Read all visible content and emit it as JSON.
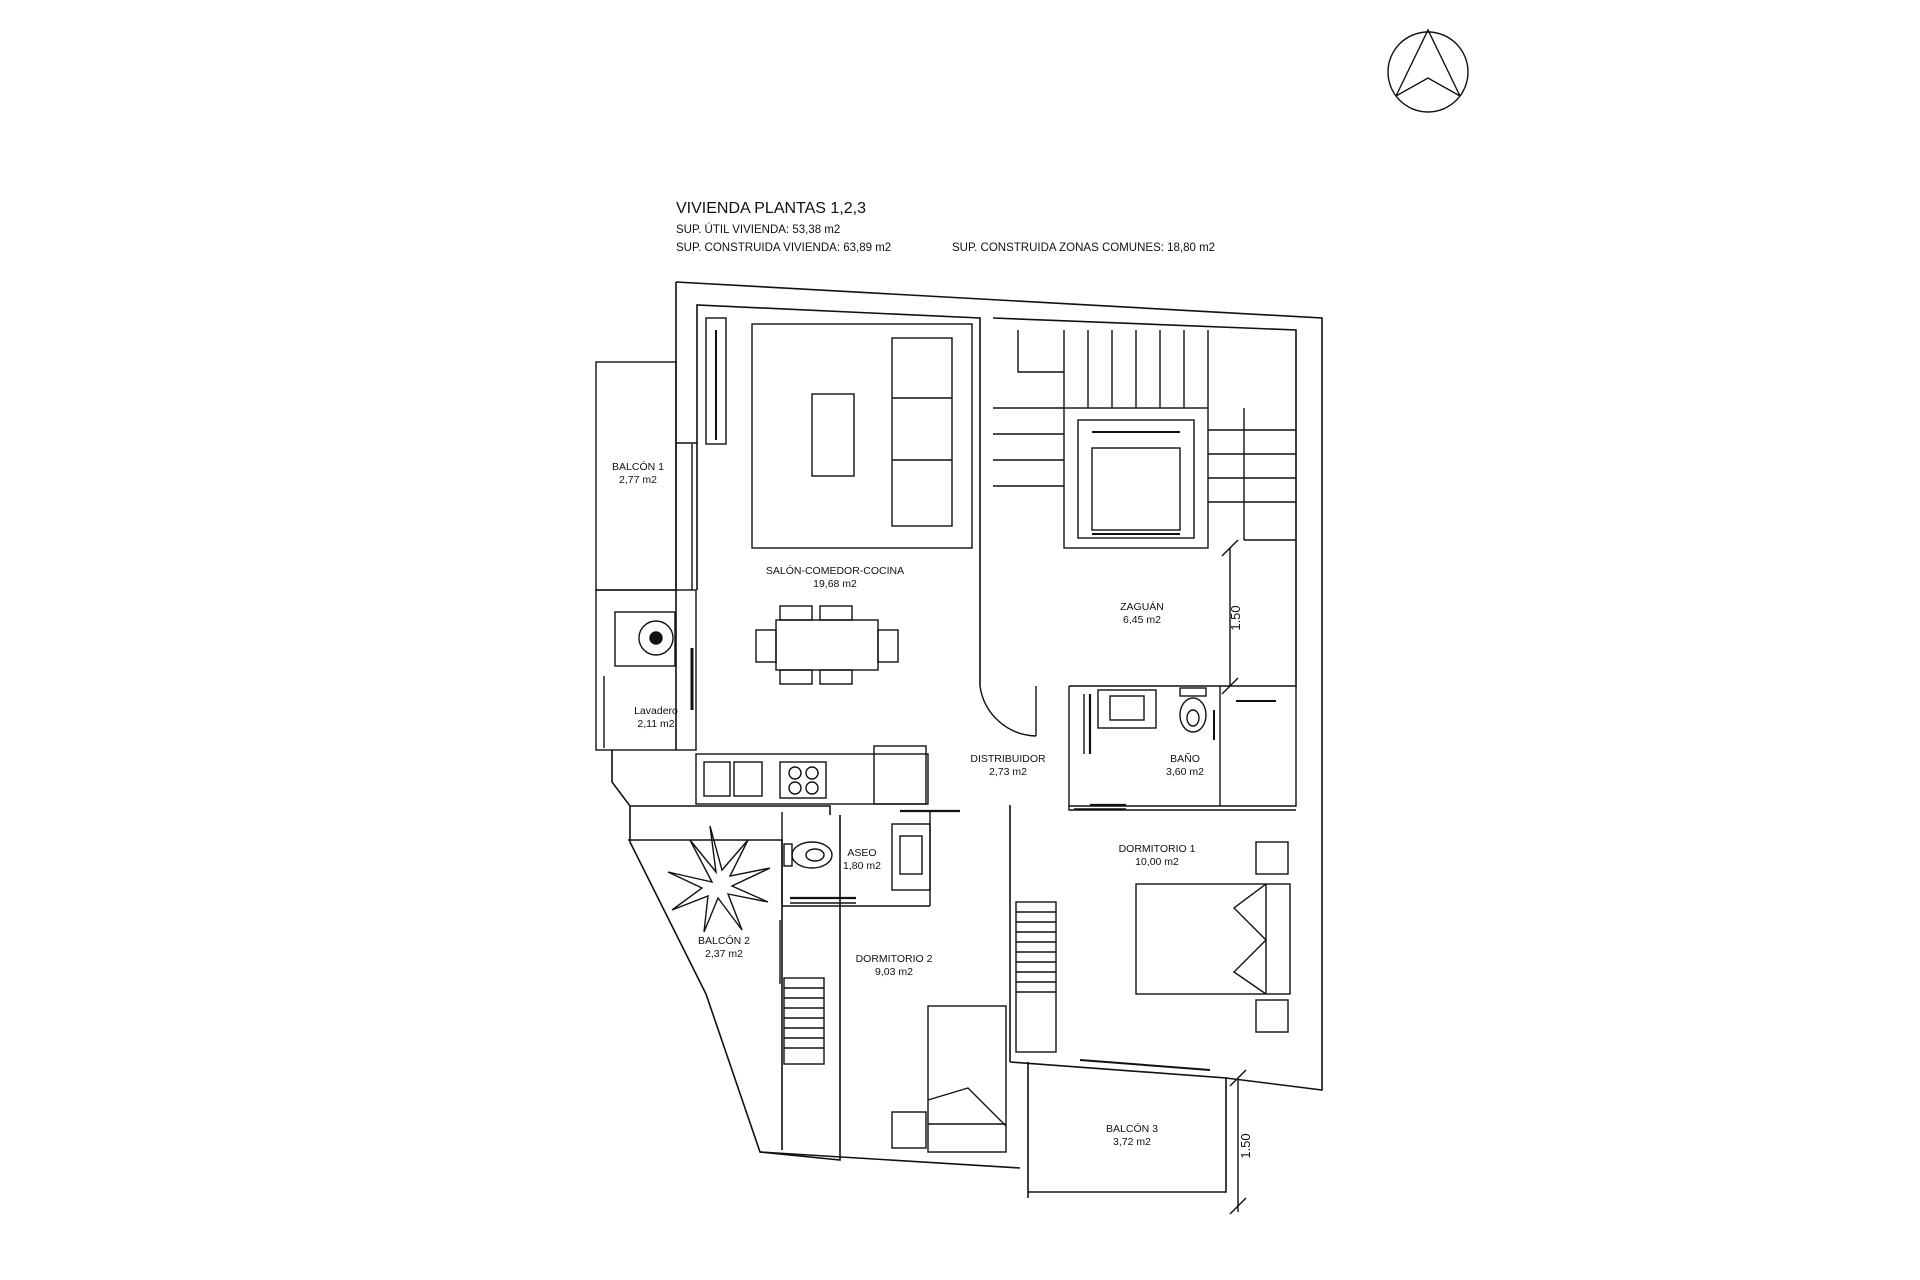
{
  "header": {
    "title": "VIVIENDA PLANTAS 1,2,3",
    "useful_area": "SUP. ÚTIL VIVIENDA: 53,38 m2",
    "built_area": "SUP. CONSTRUIDA VIVIENDA: 63,89 m2",
    "common_area": "SUP. CONSTRUIDA ZONAS COMUNES: 18,80 m2"
  },
  "north_arrow": {
    "icon": "north-arrow-icon"
  },
  "rooms": {
    "balcon1": {
      "name": "BALCÓN 1",
      "area": "2,77 m2"
    },
    "salon": {
      "name": "SALÓN-COMEDOR-COCINA",
      "area": "19,68 m2"
    },
    "zaguan": {
      "name": "ZAGUÁN",
      "area": "6,45 m2"
    },
    "lavadero": {
      "name": "Lavadero",
      "area": "2,11 m2"
    },
    "distribuidor": {
      "name": "DISTRIBUIDOR",
      "area": "2,73 m2"
    },
    "bano": {
      "name": "BAÑO",
      "area": "3,60 m2"
    },
    "aseo": {
      "name": "ASEO",
      "area": "1,80 m2"
    },
    "dormitorio1": {
      "name": "DORMITORIO 1",
      "area": "10,00 m2"
    },
    "balcon2": {
      "name": "BALCÓN 2",
      "area": "2,37 m2"
    },
    "dormitorio2": {
      "name": "DORMITORIO 2",
      "area": "9,03 m2"
    },
    "balcon3": {
      "name": "BALCÓN 3",
      "area": "3,72 m2"
    }
  },
  "dimensions": {
    "zaguan_width": "1.50",
    "balcon3_width": "1.50"
  },
  "colors": {
    "line": "#111111",
    "background": "#ffffff"
  }
}
